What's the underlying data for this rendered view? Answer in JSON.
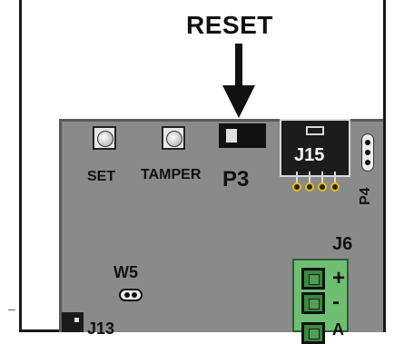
{
  "diagram": {
    "title": "RESET",
    "labels": {
      "set": "SET",
      "tamper": "TAMPER",
      "p3": "P3",
      "p4": "P4",
      "j15": "J15",
      "j6": "J6",
      "w5": "W5",
      "j13": "J13"
    },
    "terminal_symbols": [
      "+",
      "-",
      "A"
    ],
    "colors": {
      "board": "#8a8a8a",
      "terminal": "#6fbf73",
      "pin_ring": "#e8c000"
    }
  }
}
